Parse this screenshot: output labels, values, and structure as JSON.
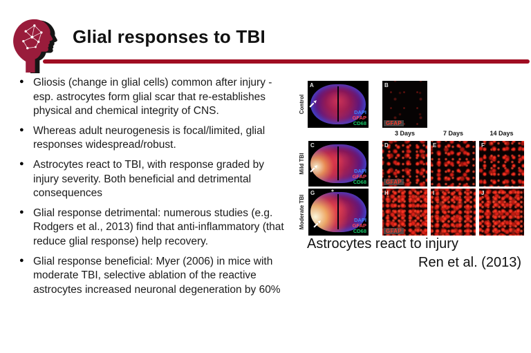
{
  "slide_title": "Glial responses to TBI",
  "bullets": [
    "Gliosis (change in glial cells) common after injury - esp. astrocytes form glial scar that re-establishes physical and chemical integrity of CNS.",
    "Whereas adult neurogenesis is focal/limited, glial responses widespread/robust.",
    "Astrocytes react to TBI, with response graded by injury severity. Both beneficial and detrimental consequences",
    "Glial response detrimental: numerous studies (e.g. Rodgers et al., 2013) find that anti-inflammatory (that reduce glial response) help recovery.",
    "Glial response beneficial: Myer (2006) in mice with moderate TBI, selective ablation of the reactive astrocytes increased neuronal degeneration by 60%"
  ],
  "figure": {
    "row_labels": [
      "Control",
      "Mild TBI",
      "Moderate TBI"
    ],
    "col_headers": [
      "3 Days",
      "7 Days",
      "14 Days"
    ],
    "panel_letters": [
      "A",
      "B",
      "C",
      "D",
      "E",
      "F",
      "G",
      "H",
      "I",
      "J"
    ],
    "stain_labels": {
      "dapi": "DAPI",
      "gfap": "GFAP",
      "cd68": "CD68"
    },
    "caption": "Astrocytes react to injury",
    "citation": "Ren et al. (2013)"
  },
  "colors": {
    "logo_maroon": "#991C3B",
    "rule_red": "#A00D22",
    "dapi_blue": "#3F86FF",
    "gfap_red": "#FF4558",
    "cd68_green": "#19C96A"
  },
  "icons": {
    "logo": "brain-head-logo",
    "bullet": "filled-circle",
    "panel_arrow": "white-arrow-northeast",
    "lesion_marker": "asterisk"
  }
}
